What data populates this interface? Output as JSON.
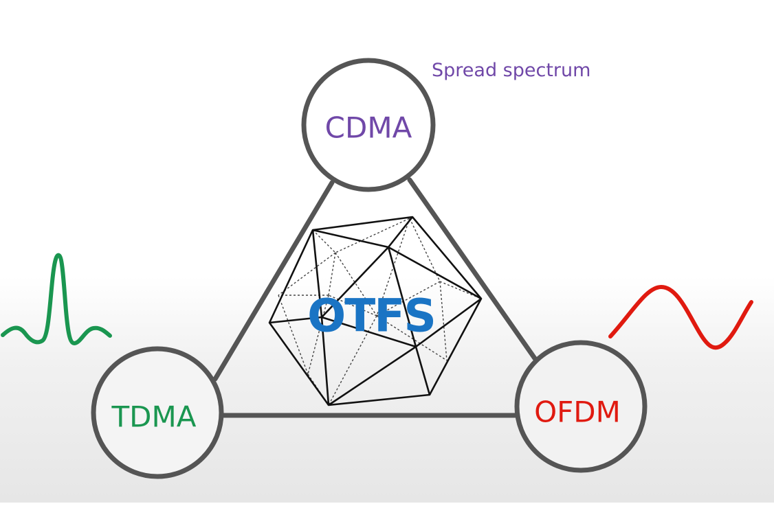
{
  "nodes": {
    "cdma": {
      "label": "CDMA",
      "color": "#7048a8"
    },
    "tdma": {
      "label": "TDMA",
      "color": "#1a9650"
    },
    "ofdm": {
      "label": "OFDM",
      "color": "#e01a10"
    }
  },
  "center": {
    "label": "OTFS",
    "color": "#1a74c4"
  },
  "annotation": {
    "text": "Spread spectrum",
    "color": "#7048a8"
  },
  "colors": {
    "triangle": "#555555",
    "icosahedron": "#111111",
    "pulse_icon": "#1a9650",
    "sine_icon": "#e01a10"
  },
  "icons": [
    "sinc-pulse-icon",
    "sine-wave-icon",
    "icosahedron-icon"
  ]
}
